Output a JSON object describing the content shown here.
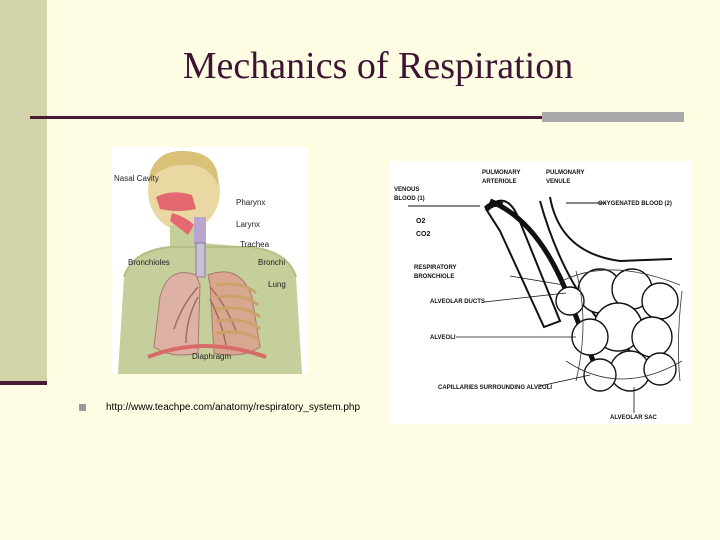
{
  "slide": {
    "title": "Mechanics of Respiration",
    "bullet_url": "http://www.teachpe.com/anatomy/respiratory_system.php"
  },
  "figure_anatomy": {
    "labels": {
      "nasal_cavity": "Nasal Cavity",
      "pharynx": "Pharynx",
      "larynx": "Larynx",
      "trachea": "Trachea",
      "bronchioles": "Bronchioles",
      "bronchi": "Bronchi",
      "lung": "Lung",
      "diaphragm": "Diaphragm"
    }
  },
  "figure_alveoli": {
    "labels": {
      "pulmonary_arteriole": [
        "PULMONARY",
        "ARTERIOLE"
      ],
      "pulmonary_venule": [
        "PULMONARY",
        "VENULE"
      ],
      "venous_blood": [
        "VENOUS",
        "BLOOD (1)"
      ],
      "oxygenated_blood": "OXYGENATED BLOOD (2)",
      "o2": "O2",
      "co2": "CO2",
      "respiratory_bronchiole": [
        "RESPIRATORY",
        "BRONCHIOLE"
      ],
      "alveolar_ducts": "ALVEOLAR DUCTS",
      "alveoli": "ALVEOLI",
      "capillaries": "CAPILLARIES SURROUNDING ALVEOLI",
      "alveolar_sac": "ALVEOLAR SAC"
    }
  },
  "colors": {
    "background": "#fefde3",
    "strip": "#d3d4a9",
    "accent": "#4b1935",
    "title": "#3d1434"
  }
}
